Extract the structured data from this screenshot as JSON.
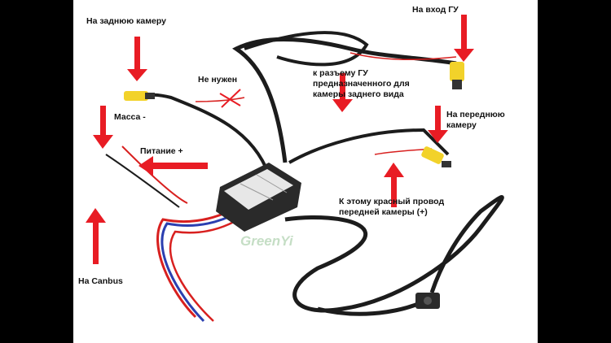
{
  "labels": {
    "rear_camera": "На заднюю камеру",
    "head_unit_input": "На вход ГУ",
    "not_needed": "Не нужен",
    "gu_connector": "к разъему ГУ предназначенного для камеры заднего вида",
    "ground": "Масса -",
    "front_camera": "На переднюю камеру",
    "power": "Питание +",
    "red_wire_note": "К этому   красный провод передней камеры (+)",
    "canbus": "На Canbus"
  },
  "watermark": "GreenYi",
  "colors": {
    "arrow": "#e81c24",
    "cable": "#1c1c1c",
    "rca_yellow": "#f2d22a",
    "box": "#2a2a2a",
    "wire_red": "#d8201f",
    "wire_blue": "#2b3fb0"
  }
}
